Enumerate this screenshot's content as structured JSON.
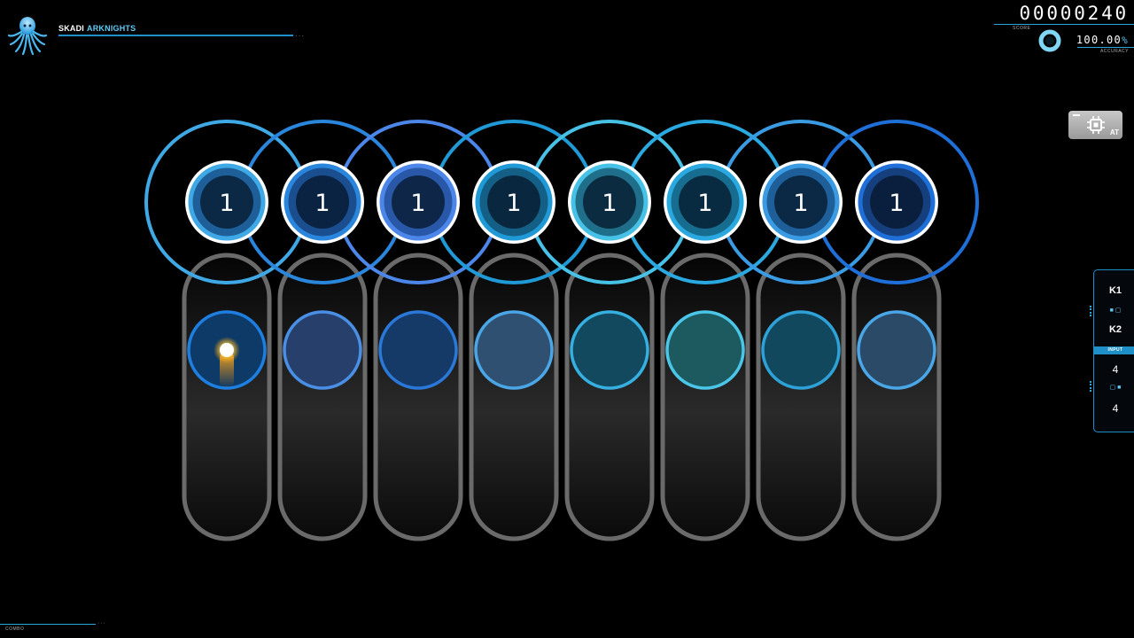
{
  "song": {
    "artist": "SKADI",
    "title": "ARKNIGHTS",
    "logo_icon": "octopus-icon"
  },
  "hud": {
    "score": "00000240",
    "score_label": "SCORE",
    "accuracy_value": "100.00",
    "accuracy_unit": "%",
    "accuracy_label": "ACCURACY",
    "accuracy_fraction": 1.0,
    "combo_label": "COMBO"
  },
  "autoplay": {
    "label": "AT",
    "icon": "cpu-chip-icon"
  },
  "key_overlay": {
    "k1_label": "K1",
    "k2_label": "K2",
    "input_label": "INPUT",
    "k1_count": "4",
    "k2_count": "4"
  },
  "lanes": [
    {
      "circle_number": "1",
      "approach_color": "#3fa9e6",
      "fill_color": "#1e5f9a",
      "receptor_fill": "#0d3a66",
      "receptor_ring": "#1f7fe0"
    },
    {
      "circle_number": "1",
      "approach_color": "#2a86dc",
      "fill_color": "#1a4e8e",
      "receptor_fill": "#26406b",
      "receptor_ring": "#4a8fe6"
    },
    {
      "circle_number": "1",
      "approach_color": "#4b86e8",
      "fill_color": "#2a58a8",
      "receptor_fill": "#163a68",
      "receptor_ring": "#2a78d8"
    },
    {
      "circle_number": "1",
      "approach_color": "#1f9ad6",
      "fill_color": "#145f86",
      "receptor_fill": "#2f5070",
      "receptor_ring": "#4aa6e6"
    },
    {
      "circle_number": "1",
      "approach_color": "#47c2e6",
      "fill_color": "#1f6e8a",
      "receptor_fill": "#13495e",
      "receptor_ring": "#36b0e0"
    },
    {
      "circle_number": "1",
      "approach_color": "#2aa8e0",
      "fill_color": "#176d90",
      "receptor_fill": "#1c5a60",
      "receptor_ring": "#4cc6e8"
    },
    {
      "circle_number": "1",
      "approach_color": "#3b9be2",
      "fill_color": "#1e5f9a",
      "receptor_fill": "#11485e",
      "receptor_ring": "#2ea2d8"
    },
    {
      "circle_number": "1",
      "approach_color": "#1f6fd8",
      "fill_color": "#163f7e",
      "receptor_fill": "#2a4a68",
      "receptor_ring": "#4aa6e6"
    }
  ]
}
